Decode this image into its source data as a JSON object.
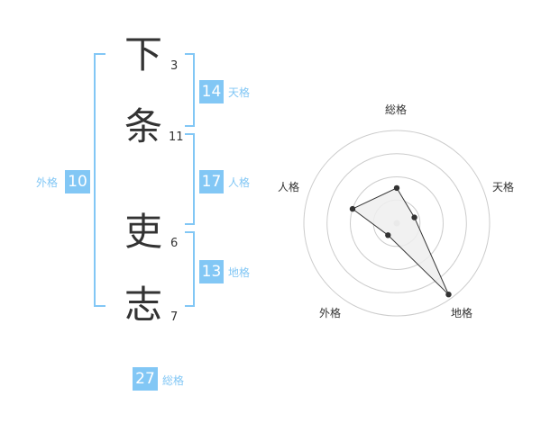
{
  "name": {
    "chars": [
      {
        "kanji": "下",
        "strokes": "3"
      },
      {
        "kanji": "条",
        "strokes": "11"
      },
      {
        "kanji": "吏",
        "strokes": "6"
      },
      {
        "kanji": "志",
        "strokes": "7"
      }
    ]
  },
  "scores": {
    "tenkaku": {
      "value": "14",
      "label": "天格"
    },
    "jinkaku": {
      "value": "17",
      "label": "人格"
    },
    "chikaku": {
      "value": "13",
      "label": "地格"
    },
    "gaikaku": {
      "value": "10",
      "label": "外格"
    },
    "soukaku": {
      "value": "27",
      "label": "総格"
    }
  },
  "colors": {
    "accent": "#82c7f5",
    "text": "#333333",
    "radar_ring": "#cccccc",
    "radar_fill": "#eeeeee"
  },
  "chart_data": {
    "type": "radar",
    "axes": [
      "総格",
      "天格",
      "地格",
      "外格",
      "人格"
    ],
    "values": [
      27,
      14,
      13,
      10,
      17
    ],
    "relative_levels": [
      0.38,
      0.2,
      0.95,
      0.16,
      0.5
    ],
    "rings": 4
  }
}
